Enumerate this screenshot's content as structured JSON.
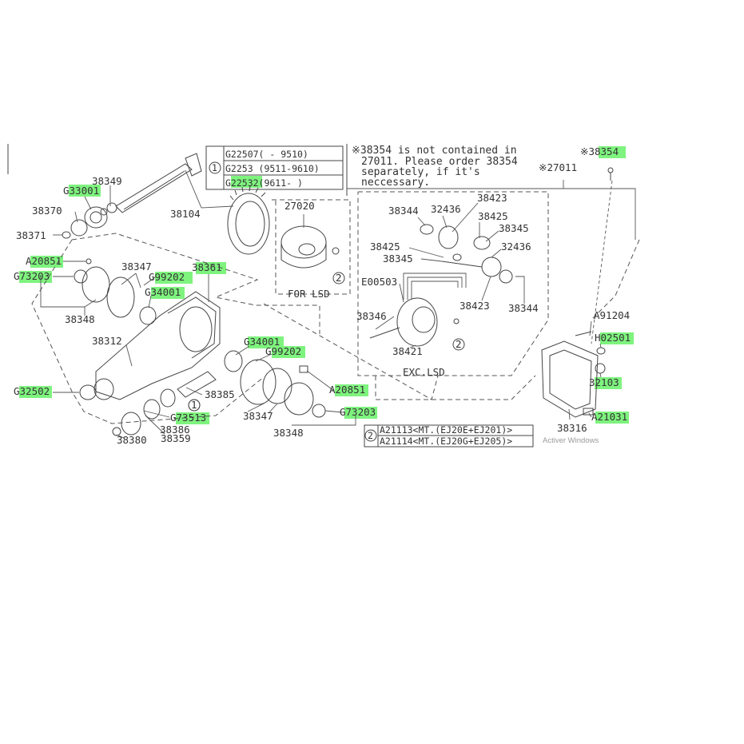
{
  "note": {
    "line1": "※38354 is not contained in",
    "line2": "27011. Please order 38354",
    "line3": "separately, if it's",
    "line4": "neccessary."
  },
  "table1": {
    "marker": "1",
    "rows": [
      "G22507(   - 9510)",
      "G2253 (9511-9610)",
      "G22532(9611-    )"
    ]
  },
  "table2": {
    "marker": "2",
    "rows": [
      "A21113<MT.(EJ20E+EJ201)>",
      "A21114<MT.(EJ20G+EJ205)>"
    ]
  },
  "section_labels": {
    "for_lsd": "FOR LSD",
    "exc_lsd": "EXC.LSD"
  },
  "parts": {
    "p38354_ref": "※38354",
    "p27011_ref": "※27011",
    "p38349": "38349",
    "pG33001": "G33001",
    "p38370": "38370",
    "p38371": "38371",
    "p38104": "38104",
    "p27020": "27020",
    "pA20851_a": "A20851",
    "pG73203_a": "G73203",
    "p38347_a": "38347",
    "pG99202_a": "G99202",
    "p38361": "38361",
    "pG34001_a": "G34001",
    "p38348_a": "38348",
    "p38312": "38312",
    "pG32502": "G32502",
    "p38385": "38385",
    "pG34001_b": "G34001",
    "pG99202_b": "G99202",
    "pA20851_b": "A20851",
    "pG73513": "G73513",
    "p38386": "38386",
    "p38380": "38380",
    "p38359": "38359",
    "p38347_b": "38347",
    "pG73203_b": "G73203",
    "p38348_b": "38348",
    "p38344_a": "38344",
    "p32436_a": "32436",
    "p38423_a": "38423",
    "p38425_a": "38425",
    "p38345_a": "38345",
    "p38425_b": "38425",
    "p32436_b": "32436",
    "p38345_b": "38345",
    "pE00503": "E00503",
    "p38423_b": "38423",
    "p38344_b": "38344",
    "p38346": "38346",
    "p38421": "38421",
    "pA91204": "A91204",
    "pH02501": "H02501",
    "p32103": "32103",
    "p38316": "38316",
    "pA21031": "A21031"
  },
  "circle_refs": {
    "c1_gear": "1",
    "c2_lsd": "2",
    "c2_exc": "2"
  },
  "watermark": "Activer Windows",
  "highlight_color": "#7ef37e"
}
